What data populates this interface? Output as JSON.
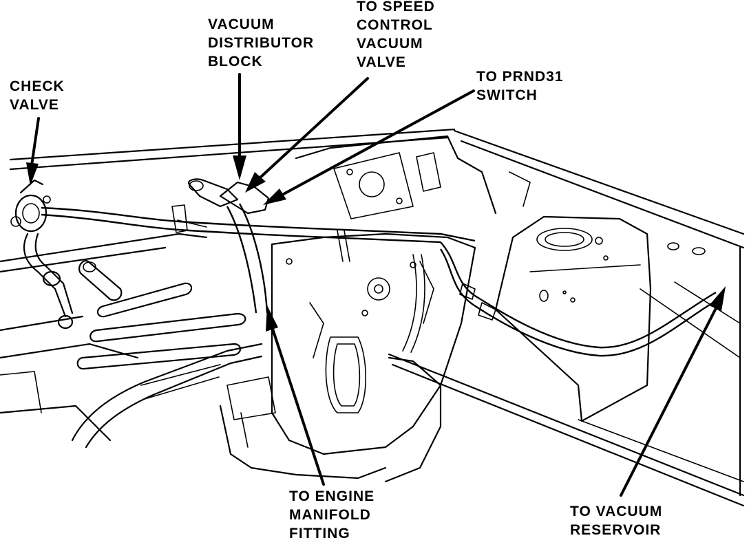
{
  "labels": {
    "check_valve": [
      "CHECK",
      "VALVE"
    ],
    "vacuum_distributor_block": [
      "VACUUM",
      "DISTRIBUTOR",
      "BLOCK"
    ],
    "speed_control_valve": [
      "TO SPEED",
      "CONTROL",
      "VACUUM",
      "VALVE"
    ],
    "prnd31_switch": [
      "TO PRND31",
      "SWITCH"
    ],
    "engine_manifold": [
      "TO ENGINE",
      "MANIFOLD",
      "FITTING"
    ],
    "vacuum_reservoir": [
      "TO VACUUM",
      "RESERVOIR"
    ]
  },
  "colors": {
    "ink": "#000000",
    "paper": "#ffffff"
  }
}
